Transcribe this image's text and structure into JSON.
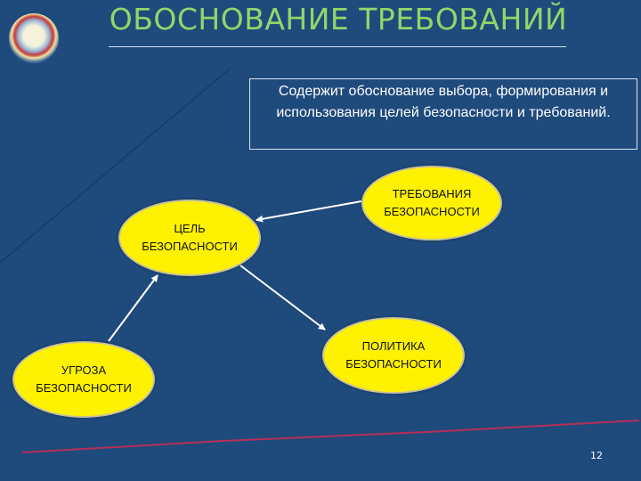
{
  "slide": {
    "title": "ОБОСНОВАНИЕ ТРЕБОВАНИЙ",
    "description": "Содержит обоснование выбора, формирования и использования целей безопасности и требований.",
    "page_number": "12",
    "logo": "university-emblem-icon"
  },
  "diagram": {
    "nodes": [
      {
        "id": "requirements",
        "line1": "ТРЕБОВАНИЯ",
        "line2": "БЕЗОПАСНОСТИ"
      },
      {
        "id": "goal",
        "line1": "ЦЕЛЬ",
        "line2": "БЕЗОПАСНОСТИ"
      },
      {
        "id": "threat",
        "line1": "УГРОЗА",
        "line2": "БЕЗОПАСНОСТИ"
      },
      {
        "id": "policy",
        "line1": "ПОЛИТИКА",
        "line2": "БЕЗОПАСНОСТИ"
      }
    ],
    "edges": [
      {
        "from": "requirements",
        "to": "goal"
      },
      {
        "from": "threat",
        "to": "goal"
      },
      {
        "from": "goal",
        "to": "policy"
      }
    ]
  },
  "colors": {
    "background": "#1f4a7c",
    "title": "#8ed86a",
    "node_fill": "#fff200",
    "arrow": "#ffffff",
    "accent_line": "#b5305a"
  }
}
